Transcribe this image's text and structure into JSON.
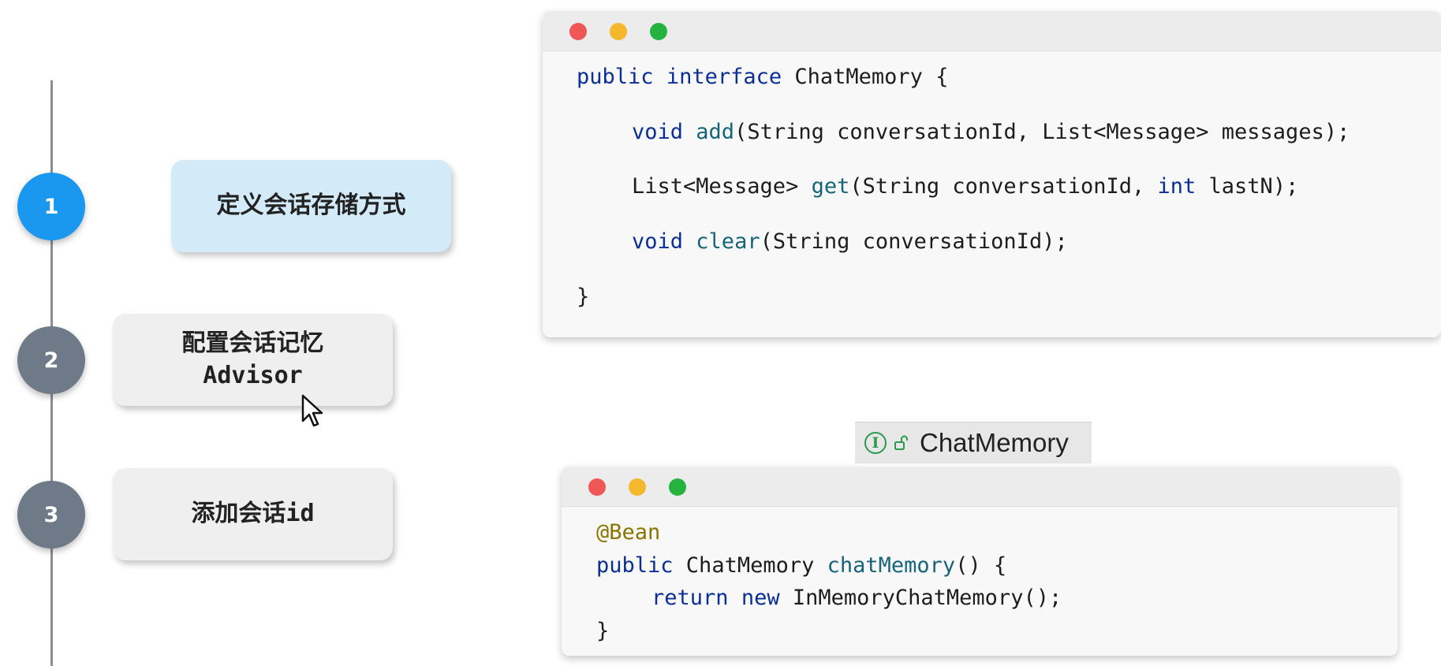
{
  "steps": [
    {
      "number": "1",
      "label": "定义会话存储方式"
    },
    {
      "number": "2",
      "label_line1": "配置会话记忆",
      "label_line2": "Advisor"
    },
    {
      "number": "3",
      "label": "添加会话id"
    }
  ],
  "interface_code": {
    "line1": {
      "kw1": "public",
      "kw2": "interface",
      "rest": " ChatMemory {"
    },
    "line2": {
      "type": "void",
      "fn": "add",
      "rest": "(String conversationId, List<Message> messages);"
    },
    "line3": {
      "pre": "List<Message> ",
      "fn": "get",
      "mid": "(String conversationId, ",
      "kw": "int",
      "rest": " lastN);"
    },
    "line4": {
      "type": "void",
      "fn": "clear",
      "rest": "(String conversationId);"
    },
    "line5": "}"
  },
  "bean_code": {
    "line1": "@Bean",
    "line2": {
      "kw": "public",
      "mid": " ChatMemory ",
      "fn": "chatMemory",
      "rest": "() {"
    },
    "line3": {
      "kw1": "return",
      "kw2": "new",
      "rest": " InMemoryChatMemory();"
    },
    "line4": "}"
  },
  "chip": {
    "icon_letter": "I",
    "label": "ChatMemory"
  },
  "icons": {
    "interface": "interface-icon",
    "lock": "lock-open-icon",
    "cursor": "mouse-cursor-icon"
  },
  "colors": {
    "active": "#1a97ee",
    "inactive": "#6f7a88",
    "keyword": "#0b2f99",
    "function": "#17657a",
    "annotation": "#8b7500"
  }
}
